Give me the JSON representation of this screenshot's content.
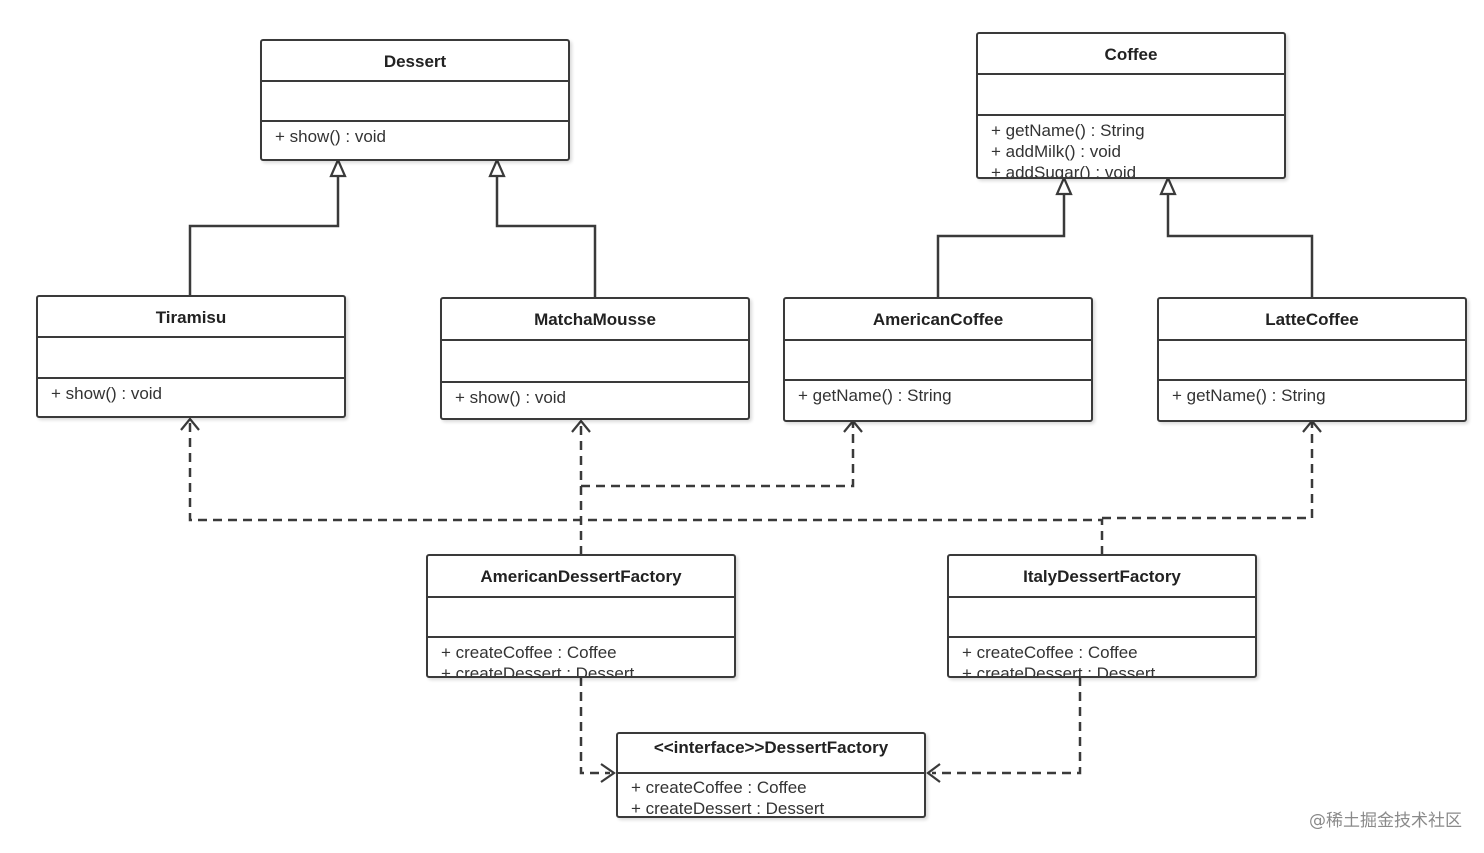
{
  "classes": {
    "dessert": {
      "name": "Dessert",
      "ops": [
        "+ show() : void"
      ]
    },
    "coffee": {
      "name": "Coffee",
      "ops": [
        "+ getName() : String",
        "+ addMilk() : void",
        "+ addSugar() : void"
      ]
    },
    "tiramisu": {
      "name": "Tiramisu",
      "ops": [
        "+ show() : void"
      ]
    },
    "matcha_mousse": {
      "name": "MatchaMousse",
      "ops": [
        "+ show() : void"
      ]
    },
    "american_coffee": {
      "name": "AmericanCoffee",
      "ops": [
        "+ getName() : String"
      ]
    },
    "latte_coffee": {
      "name": "LatteCoffee",
      "ops": [
        "+ getName() : String"
      ]
    },
    "american_dessert_factory": {
      "name": "AmericanDessertFactory",
      "ops": [
        "+ createCoffee : Coffee",
        "+ createDessert : Dessert"
      ]
    },
    "italy_dessert_factory": {
      "name": "ItalyDessertFactory",
      "ops": [
        "+ createCoffee : Coffee",
        "+ createDessert : Dessert"
      ]
    },
    "dessert_factory": {
      "name": "<<interface>>DessertFactory",
      "ops": [
        "+ createCoffee : Coffee",
        "+ createDessert : Dessert"
      ]
    }
  },
  "watermark": "@稀土掘金技术社区",
  "colors": {
    "line": "#3a3a3a",
    "background": "#ffffff",
    "text": "#333333",
    "watermark": "#8a8a8a"
  }
}
